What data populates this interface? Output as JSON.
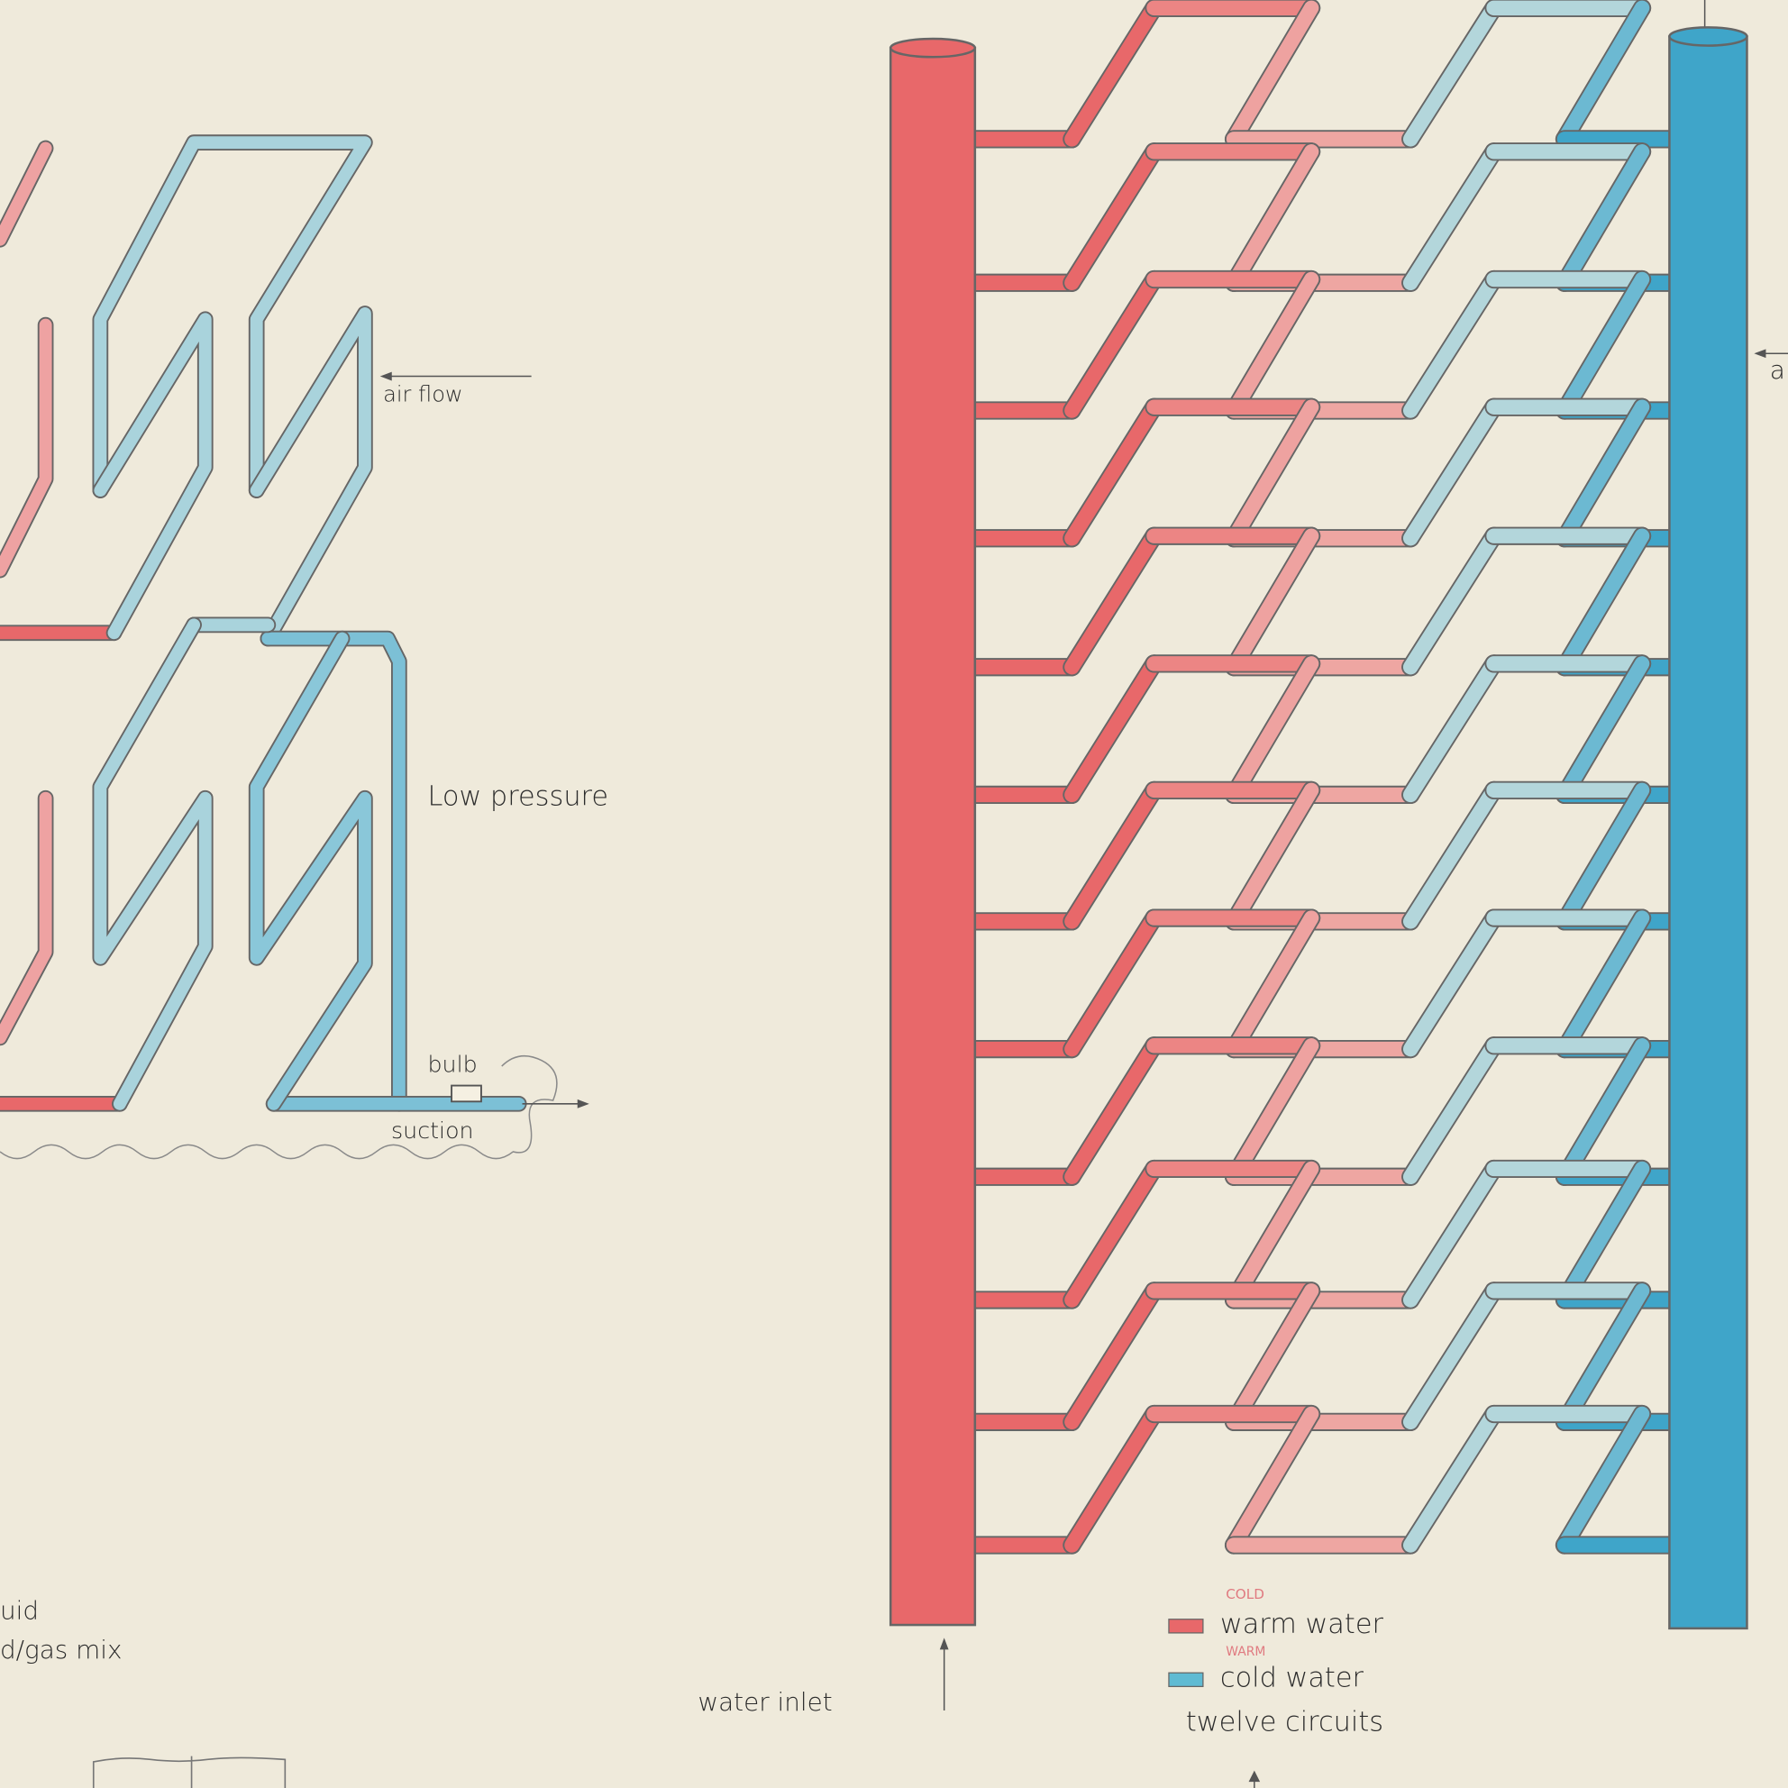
{
  "colors": {
    "paper": "#efeadb",
    "warm": "#e8686a",
    "warm_light": "#eea6a2",
    "cold_light": "#b3d6db",
    "cold": "#3fa5c9",
    "pencil": "#5a5a5a",
    "correction_red": "#e07a80"
  },
  "left_diagram": {
    "air_flow": "air flow",
    "low_pressure": "Low pressure",
    "bulb": "bulb",
    "suction": "suction",
    "liquid_partial": "uid",
    "mix_partial": "d/gas mix"
  },
  "right_diagram": {
    "water_inlet": "water inlet",
    "right_edge_partial": "a",
    "legend": {
      "items": [
        {
          "label": "warm water",
          "color": "#e8686a",
          "correction": "COLD"
        },
        {
          "label": "cold water",
          "color": "#3fa5c9",
          "correction": "WARM"
        }
      ],
      "caption": "twelve circuits"
    },
    "circuit_count": 12
  }
}
